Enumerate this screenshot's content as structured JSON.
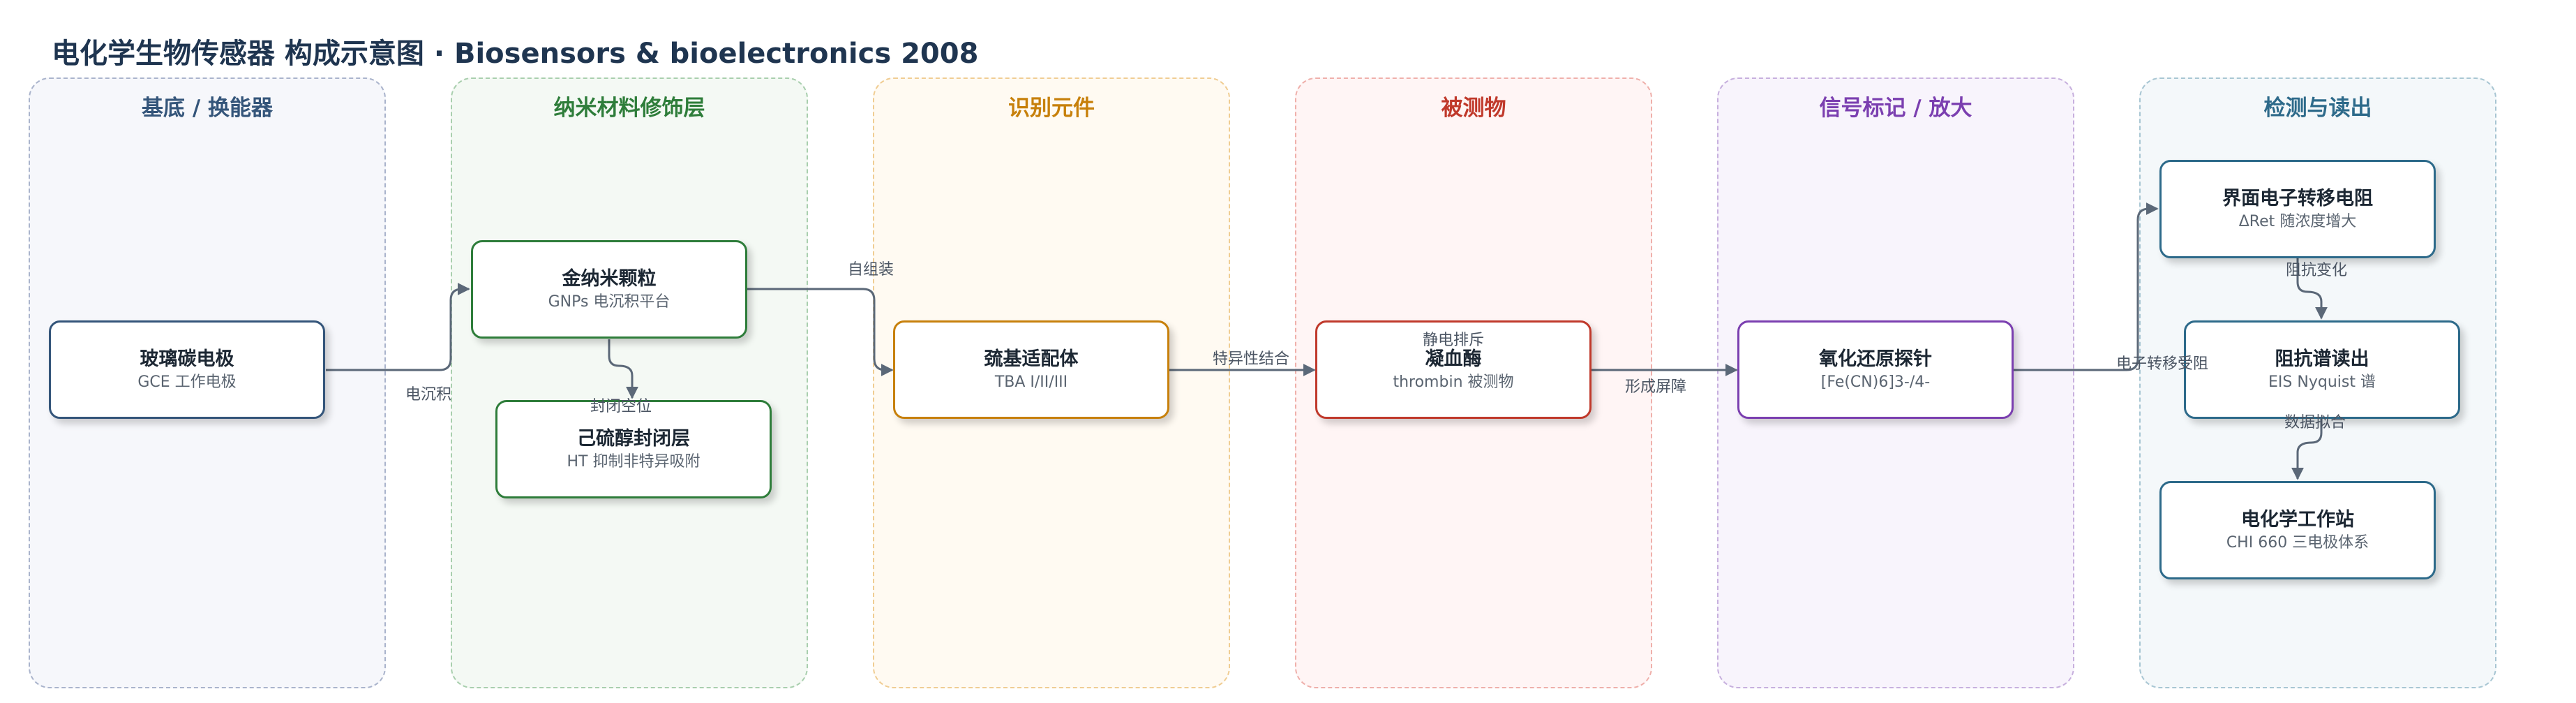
{
  "title": "电化学生物传感器 构成示意图 · Biosensors & bioelectronics 2008",
  "lanes": [
    {
      "label": "基底 / 换能器",
      "color": "#34557a"
    },
    {
      "label": "纳米材料修饰层",
      "color": "#2e7d3a"
    },
    {
      "label": "识别元件",
      "color": "#c7800b"
    },
    {
      "label": "被测物",
      "color": "#c0392b"
    },
    {
      "label": "信号标记 / 放大",
      "color": "#7b3fb0"
    },
    {
      "label": "检测与读出",
      "color": "#2d6a8a"
    }
  ],
  "nodes": {
    "gce": {
      "title": "玻璃碳电极",
      "sub": "GCE 工作电极"
    },
    "gnps": {
      "title": "金纳米颗粒",
      "sub": "GNPs 电沉积平台"
    },
    "ht": {
      "title": "己硫醇封闭层",
      "sub": "HT 抑制非特异吸附"
    },
    "tba": {
      "title": "巯基适配体",
      "sub": "TBA I/II/III"
    },
    "thrombin": {
      "title": "凝血酶",
      "sub": "thrombin 被测物"
    },
    "probe": {
      "title": "氧化还原探针",
      "sub": "[Fe(CN)6]3-/4-"
    },
    "ret": {
      "title": "界面电子转移电阻",
      "sub": "ΔRet 随浓度增大"
    },
    "eis": {
      "title": "阻抗谱读出",
      "sub": "EIS Nyquist 谱"
    },
    "chi": {
      "title": "电化学工作站",
      "sub": "CHI 660 三电极体系"
    }
  },
  "edges": {
    "e1": "电沉积",
    "e2": "封闭空位",
    "e3": "自组装",
    "e4": "特异性结合",
    "e5": "静电排斥",
    "e6": "形成屏障",
    "e7": "电子转移受阻",
    "e8": "阻抗变化",
    "e9": "数据拟合"
  }
}
